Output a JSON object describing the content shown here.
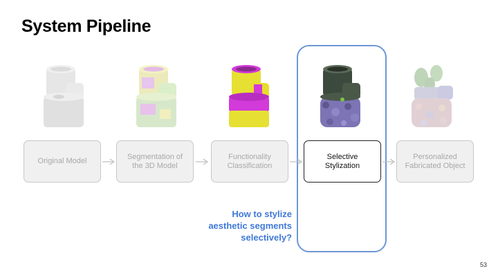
{
  "slide": {
    "title": "System Pipeline",
    "page_number": "53"
  },
  "pipeline": {
    "steps": [
      {
        "label": "Original Model",
        "active": false
      },
      {
        "label": "Segmentation of\nthe 3D Model",
        "active": false
      },
      {
        "label": "Functionality\nClassification",
        "active": false
      },
      {
        "label": "Selective\nStylization",
        "active": true
      },
      {
        "label": "Personalized\nFabricated Object",
        "active": false
      }
    ]
  },
  "callout": {
    "question": "How to stylize\naesthetic segments\nselectively?"
  },
  "colors": {
    "highlight_border": "#6d96d6",
    "question_text": "#3f78d8",
    "segment_yellow": "#e6e033",
    "segment_magenta": "#d23ad9",
    "stylized_dark": "#3c4a3e",
    "stylized_purple": "#7c74b4"
  }
}
